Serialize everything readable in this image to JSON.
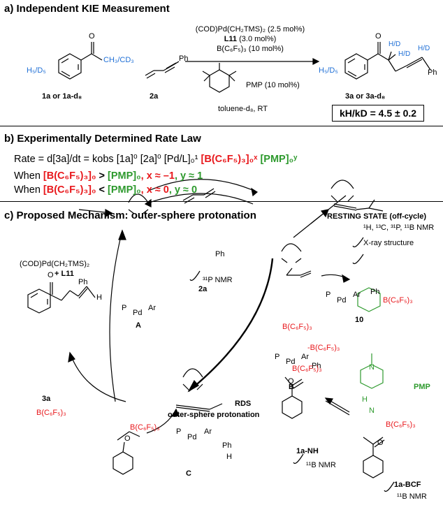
{
  "section_a": {
    "title": "a) Independent KIE Measurement",
    "reagent_1": "(COD)Pd(CH₂TMS)₂ (2.5 mol%)",
    "reagent_2_bold": "L11",
    "reagent_2_rest": " (3.0 mol%)",
    "reagent_3": "B(C₆F₅)₃ (10 mol%)",
    "reagent_pmp": "PMP (10 mol%)",
    "solvent": "toluene-d₈, RT",
    "sm_h5d5": "H₅/D₅",
    "sm_chain": "CH₃/CD₃",
    "sm_label": "1a or 1a-d₈",
    "alkyne_ph": "Ph",
    "alkyne_label": "2a",
    "prod_h5d5": "H₅/D₅",
    "prod_hd1": "H/D",
    "prod_hd2": "H/D",
    "prod_hd3": "H/D",
    "prod_ph": "Ph",
    "prod_label": "3a or 3a-d₈",
    "kie": "kH/kD = 4.5 ± 0.2"
  },
  "section_b": {
    "title": "b) Experimentally Determined Rate Law",
    "rate_prefix": "Rate = d[3a]/dt = kobs [1a]⁰ [2a]⁰ [Pd/L]₀¹",
    "rate_red": "[B(C₆F₅)₃]₀ˣ",
    "rate_green": "[PMP]₀ʸ",
    "when": "When",
    "cond1_red": "[B(C₆F₅)₃]₀",
    "cond1_op": " > ",
    "cond1_green": "[PMP]₀",
    "cond1_x": ", x ≈ –1",
    "cond1_y": ", y ≈ 1",
    "cond2_red": "[B(C₆F₅)₃]₀",
    "cond2_op": " < ",
    "cond2_green": "[PMP]₀",
    "cond2_x": ", x ≈  0",
    "cond2_y": ", y ≈ 0"
  },
  "section_c": {
    "title": "c) Proposed Mechanism: outer-sphere protonation",
    "resting_title": "RESTING STATE (off-cycle)",
    "resting_nmr": "¹H, ¹³C, ³¹P, ¹¹B NMR",
    "resting_xray": "X-ray structure",
    "precat_1": "(COD)Pd(CH₂TMS)₂",
    "precat_2": "+ L11",
    "sub_2a": "2a",
    "alkyne_ph": "Ph",
    "cat_A": "A",
    "int_B": "B",
    "int_C": "C",
    "comp_10": "10",
    "p31": "³¹P NMR",
    "rds": "RDS",
    "rds_desc": "outer-sphere protonation",
    "prod_3a": "3a",
    "prod_bcf": "B(C₆F₅)₃",
    "bcf_10": "B(C₆F₅)₃",
    "minus_bcf": "-B(C₆F₅)₃",
    "enolate_label": "1a-NH",
    "enolate_nmr": "¹¹B NMR",
    "bcf_adduct_label": "1a-BCF",
    "bcf_adduct_nmr": "¹¹B NMR",
    "pmp": "PMP",
    "P": "P",
    "Pd": "Pd",
    "Ar": "Ar",
    "H": "H",
    "O": "O",
    "N": "N",
    "B": "B(C₆F₅)₃",
    "Ph": "Ph"
  }
}
